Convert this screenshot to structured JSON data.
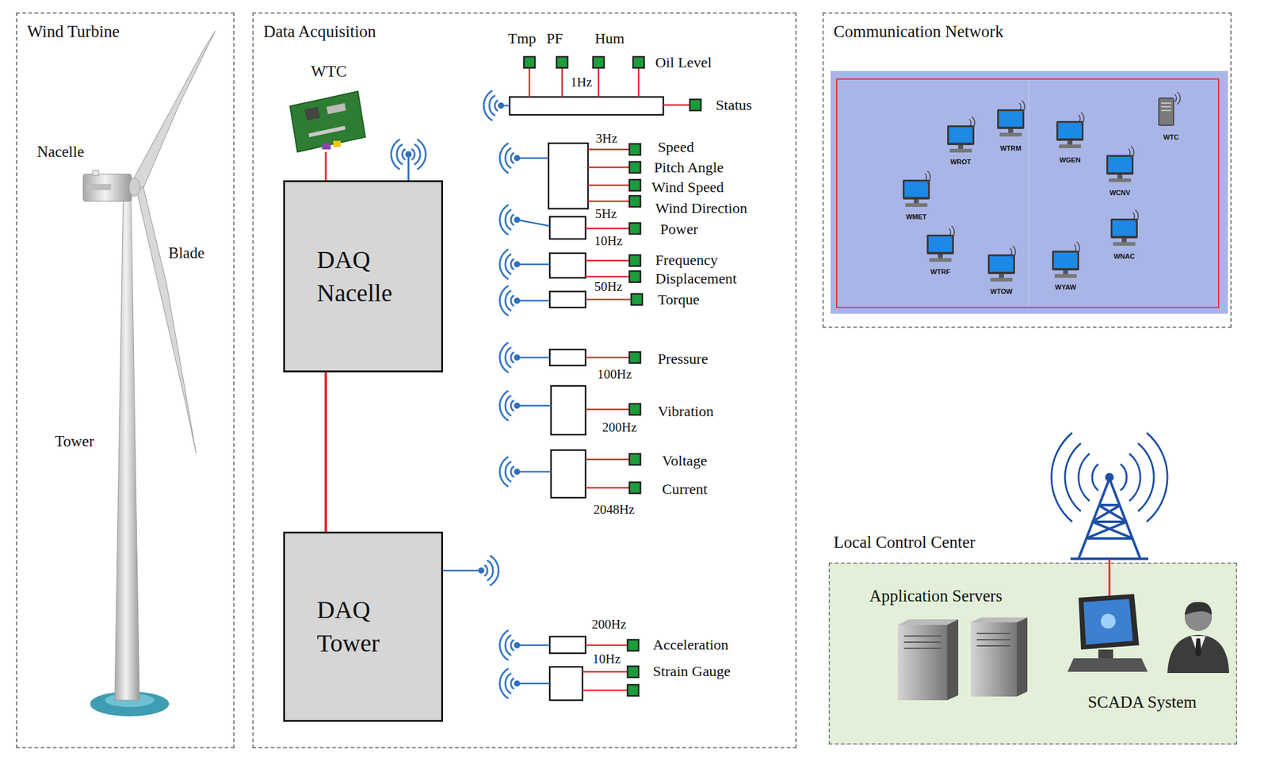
{
  "diagram": {
    "nodes": [
      {
        "text": [
          "Wind Turbine"
        ]
      },
      {
        "text": [
          "Data Acquisition"
        ]
      },
      {
        "text": [
          "DAQ Nacelle"
        ],
        "in": 1
      },
      {
        "text": [
          "DAQ Tower"
        ],
        "in": 1
      },
      {
        "text": [
          "Communication Network"
        ]
      },
      {
        "text": [
          "Local Control Center"
        ]
      }
    ],
    "edges": [
      {
        "from": 2,
        "to": 3,
        "arrow": "none"
      }
    ],
    "labels": [
      "Nacelle",
      "Blade",
      "Tower",
      "WTC",
      "Tmp",
      "PF",
      "Hum",
      "Oil Level",
      "1Hz",
      "Status",
      "3Hz",
      "Speed",
      "Pitch Angle",
      "Wind Speed",
      "5Hz",
      "Wind Direction",
      "Power",
      "10Hz",
      "Frequency",
      "Displacement",
      "50Hz",
      "Torque",
      "Pressure",
      "100Hz",
      "Vibration",
      "200Hz",
      "Voltage",
      "Current",
      "2048Hz",
      "200Hz",
      "Acceleration",
      "10Hz",
      "Strain Gauge",
      "WROT",
      "WTRM",
      "WGEN",
      "WTC",
      "WMET",
      "WCNV",
      "WNAC",
      "WTRF",
      "WTOW",
      "WYAW",
      "Application Servers",
      "SCADA System"
    ]
  }
}
